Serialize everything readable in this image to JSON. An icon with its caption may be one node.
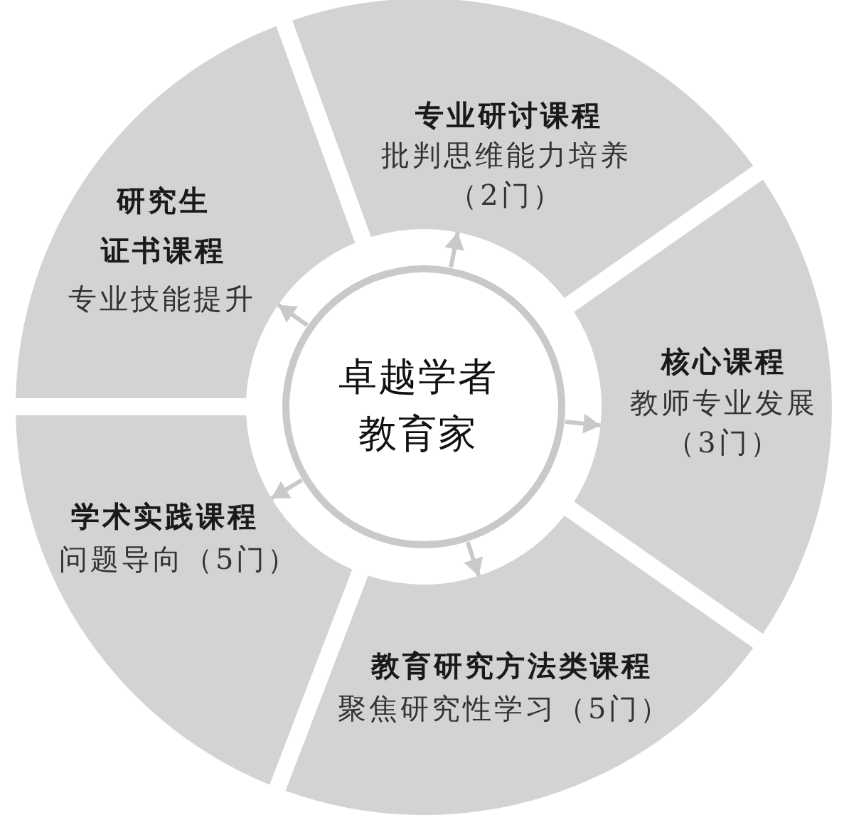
{
  "diagram": {
    "nodes": [
      {
        "text": [
          "卓越学者教育家"
        ]
      },
      {
        "text": [
          "专业研讨课程",
          "批判思维能力培养（2门）"
        ]
      },
      {
        "text": [
          "核心课程",
          "教师专业发展（3门）"
        ]
      },
      {
        "text": [
          "教育研究方法类课程",
          "聚焦研究性学习（5门）"
        ]
      },
      {
        "text": [
          "学术实践课程",
          "问题导向（5门）"
        ]
      },
      {
        "text": [
          "研究生证书课程",
          "专业技能提升"
        ]
      }
    ],
    "edges": [
      {
        "from": 0,
        "to": 1,
        "arrow": "to"
      },
      {
        "from": 0,
        "to": 2,
        "arrow": "to"
      },
      {
        "from": 0,
        "to": 3,
        "arrow": "to"
      },
      {
        "from": 0,
        "to": 4,
        "arrow": "to"
      },
      {
        "from": 0,
        "to": 5,
        "arrow": "to"
      }
    ]
  }
}
